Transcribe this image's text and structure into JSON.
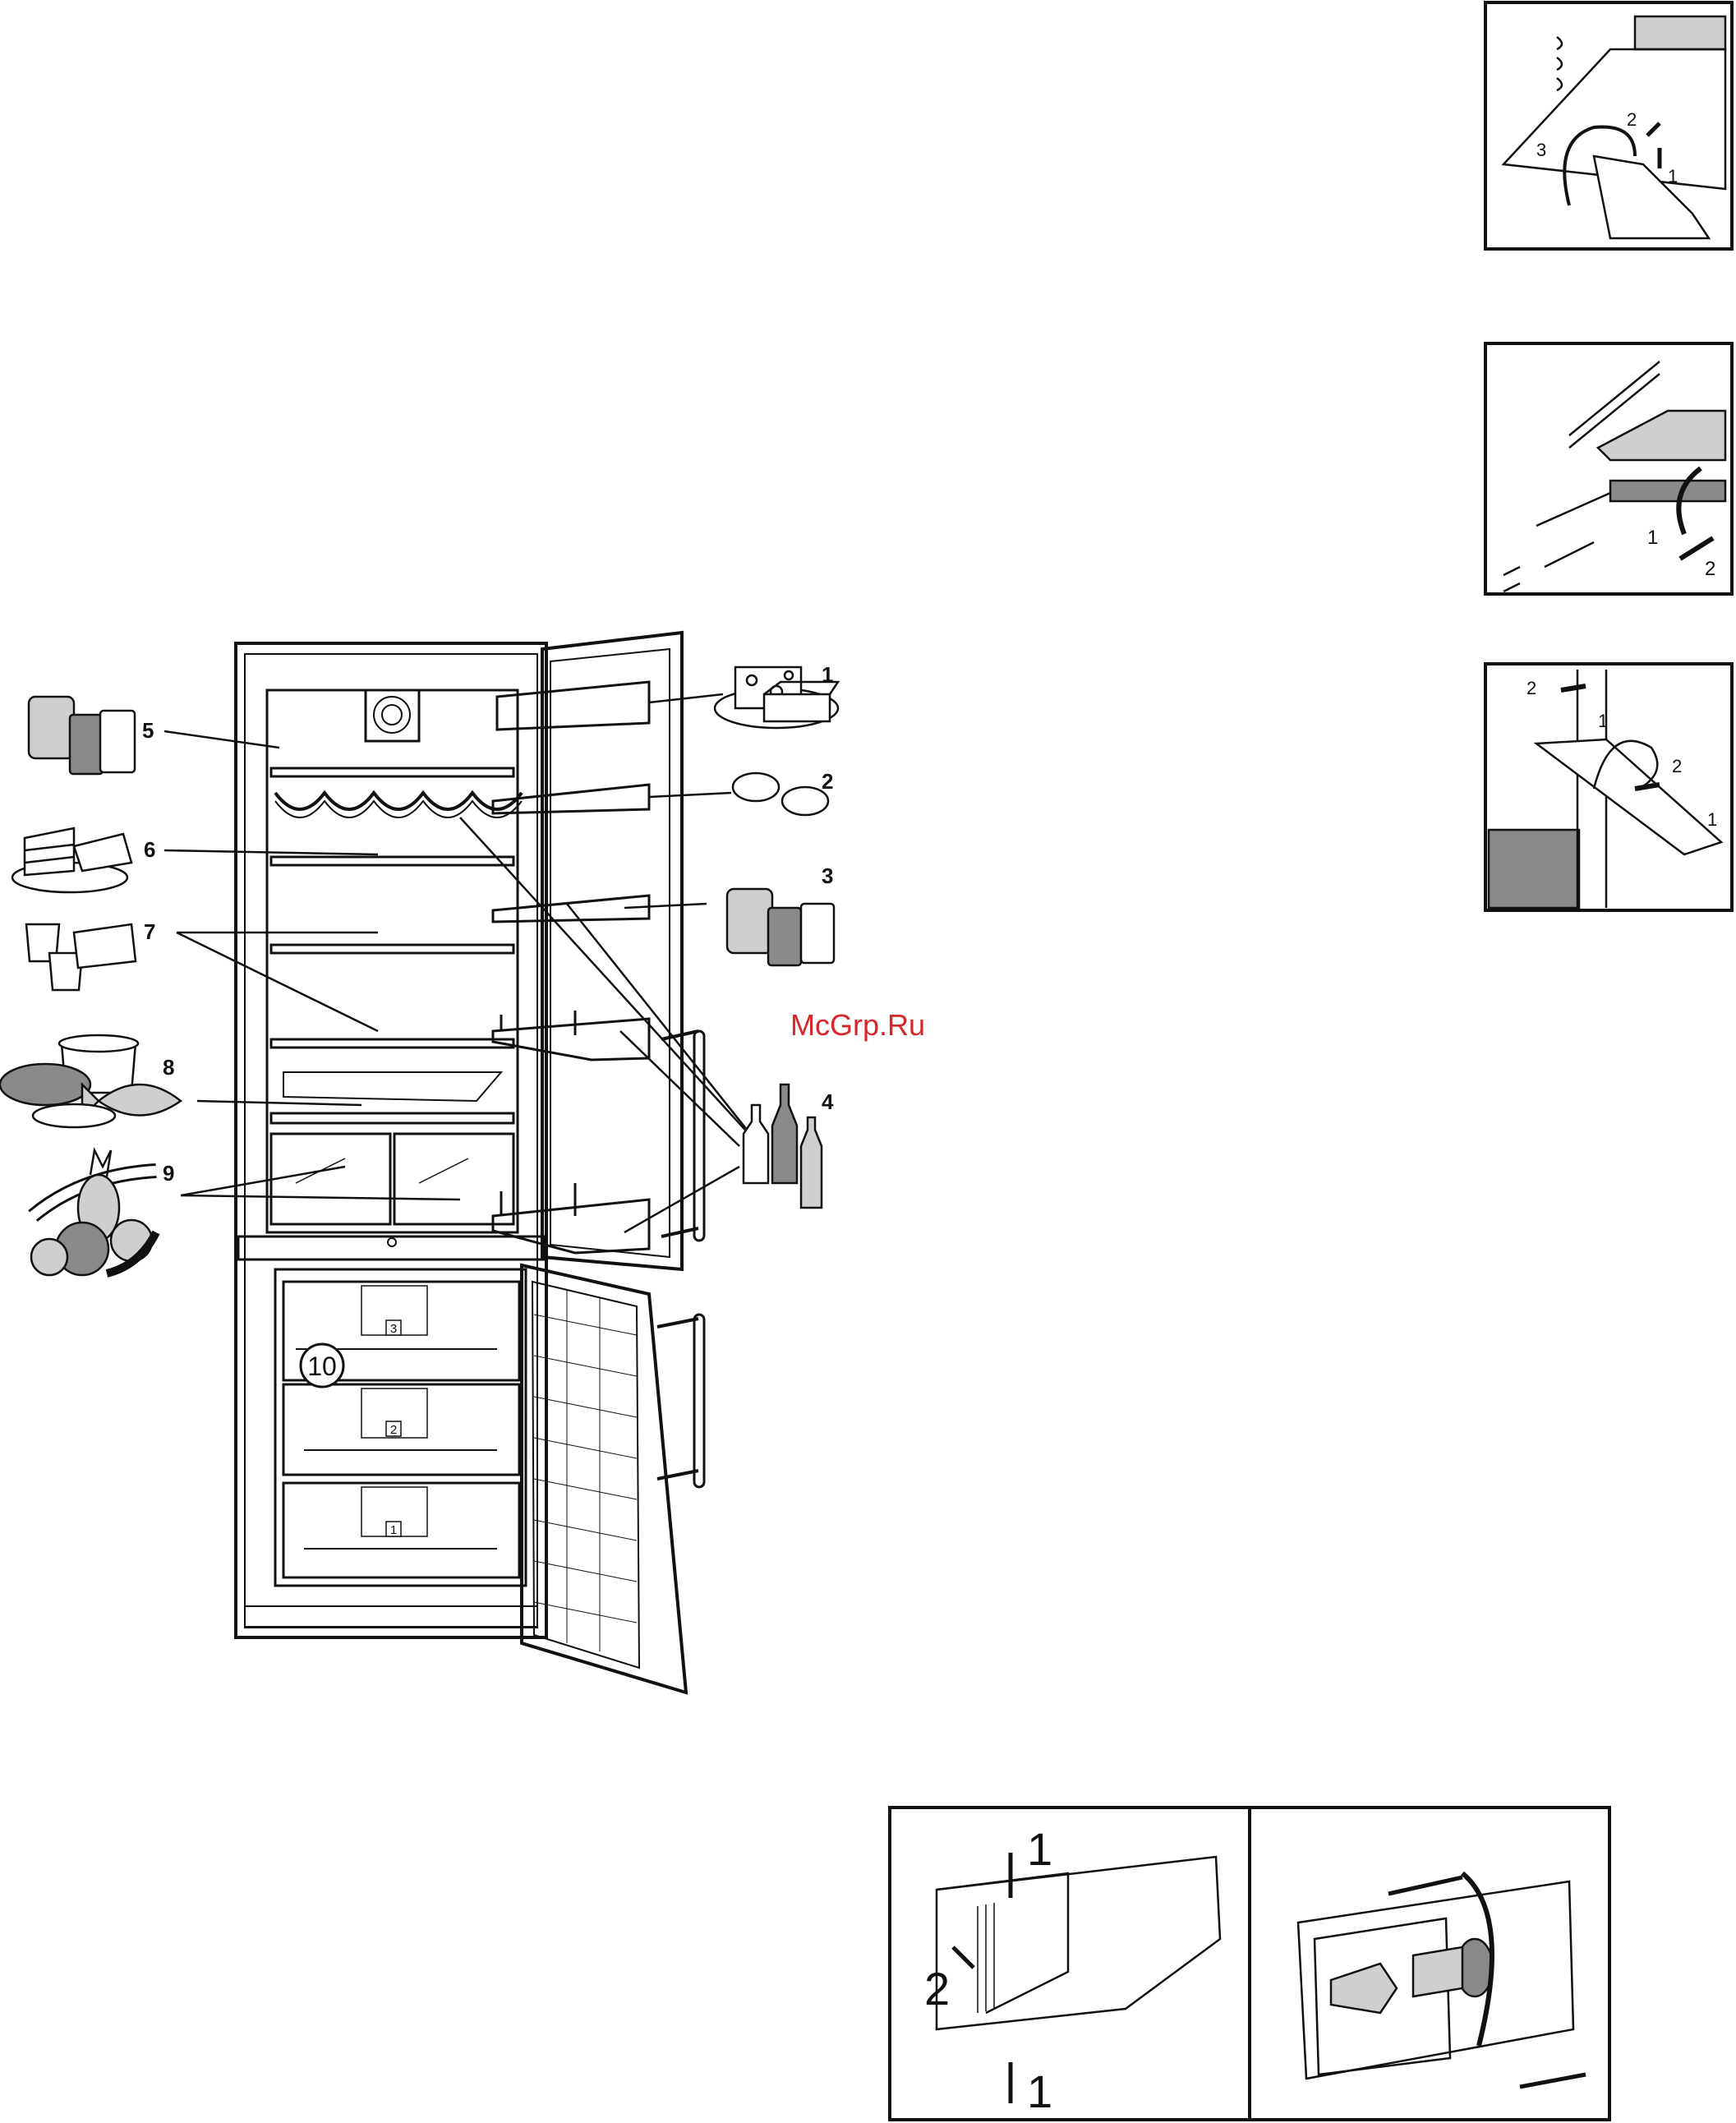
{
  "watermark": "McGrp.Ru",
  "colors": {
    "watermark": "#d9262a",
    "line": "#111111",
    "shade": "#8a8a8a",
    "light_shade": "#cfcfcf"
  },
  "fridge_callouts": [
    "1",
    "2",
    "3",
    "4",
    "5",
    "6",
    "7",
    "8",
    "9",
    "10"
  ],
  "freezer_drawer_numbers": [
    "3",
    "2",
    "1"
  ],
  "panel_shelf_removal": {
    "steps": [
      "1",
      "2",
      "3"
    ]
  },
  "panel_shelf_insert": {
    "steps": [
      "1",
      "2"
    ]
  },
  "panel_bottle_rack": {
    "steps": [
      "1",
      "2",
      "2",
      "1"
    ]
  },
  "panel_lamp_cover": {
    "steps": [
      "1",
      "2",
      "1"
    ]
  },
  "icons": [
    "cheese-butter-icon",
    "eggs-icon",
    "jars-cans-icon",
    "bottles-icon",
    "jars-icon",
    "cake-icon",
    "dairy-icon",
    "pot-fish-icon",
    "vegetables-icon"
  ]
}
